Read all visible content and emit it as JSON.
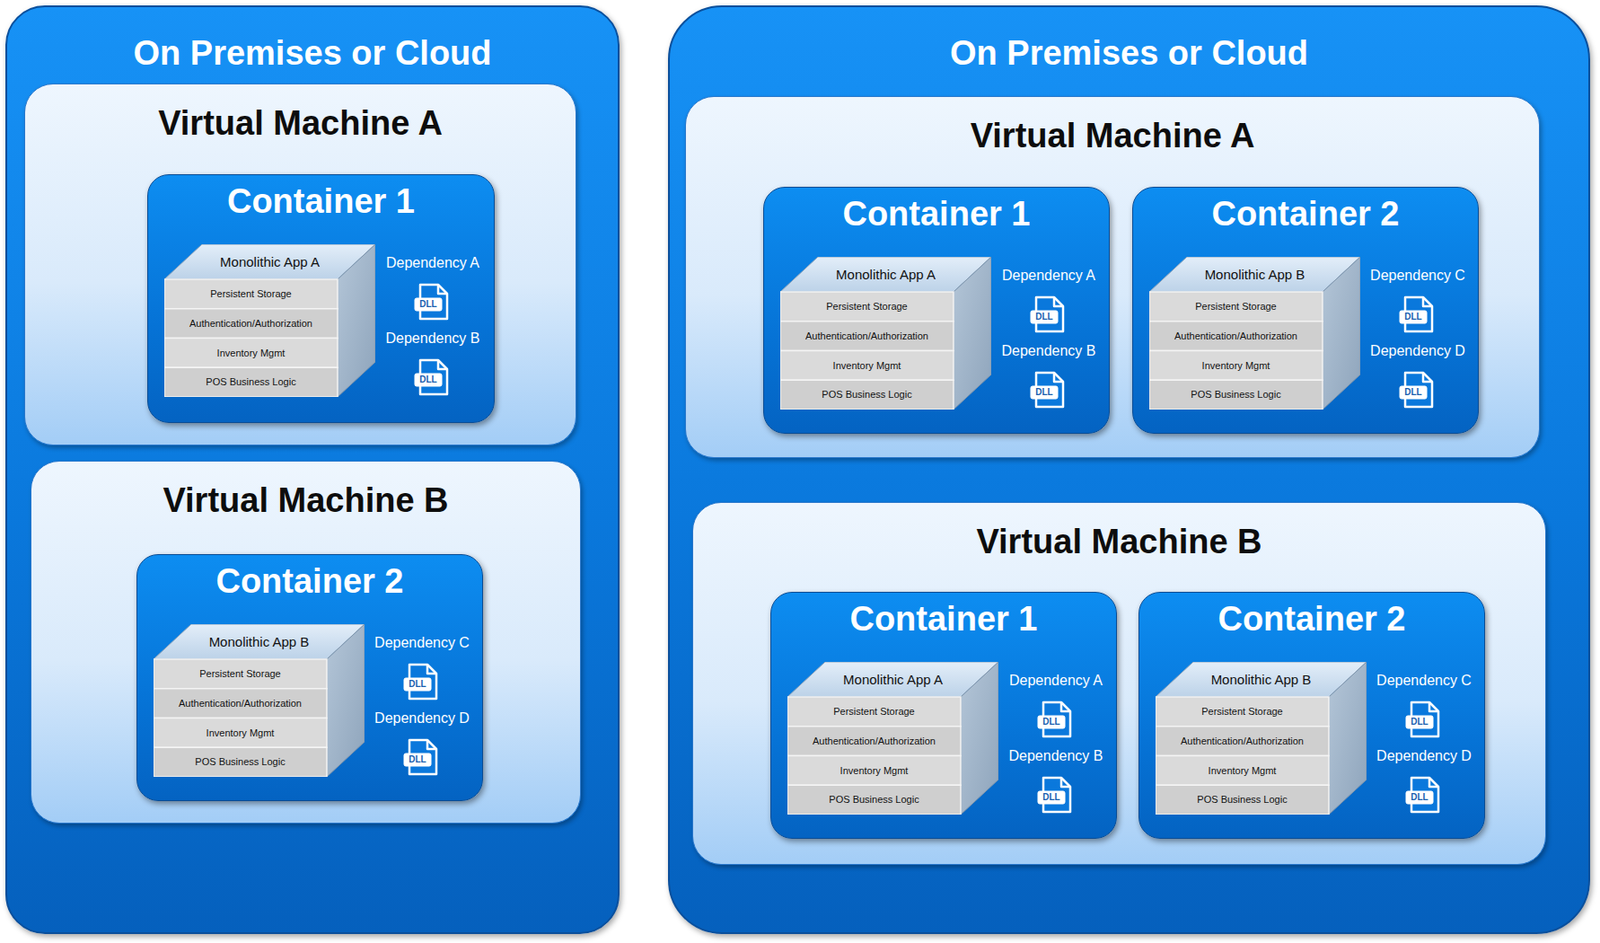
{
  "diagram": {
    "nodes": [
      {
        "text": [
          "On Premises or Cloud"
        ]
      },
      {
        "text": [
          "Virtual Machine A"
        ],
        "in": 0
      },
      {
        "text": [
          "Container 1"
        ],
        "in": 1
      },
      {
        "text": [
          "Monolithic App A",
          "Persistent Storage",
          "Authentication/Authorization",
          "Inventory Mgmt",
          "POS Business Logic"
        ],
        "in": 2
      },
      {
        "text": [
          "Dependency A",
          "DLL"
        ],
        "in": 2
      },
      {
        "text": [
          "Dependency B",
          "DLL"
        ],
        "in": 2
      },
      {
        "text": [
          "Virtual Machine B"
        ],
        "in": 0
      },
      {
        "text": [
          "Container 2"
        ],
        "in": 6
      },
      {
        "text": [
          "Monolithic App B",
          "Persistent Storage",
          "Authentication/Authorization",
          "Inventory Mgmt",
          "POS Business Logic"
        ],
        "in": 7
      },
      {
        "text": [
          "Dependency C",
          "DLL"
        ],
        "in": 7
      },
      {
        "text": [
          "Dependency D",
          "DLL"
        ],
        "in": 7
      },
      {
        "text": [
          "On Premises or Cloud"
        ]
      },
      {
        "text": [
          "Virtual Machine A"
        ],
        "in": 11
      },
      {
        "text": [
          "Container 1"
        ],
        "in": 12
      },
      {
        "text": [
          "Monolithic App A",
          "Persistent Storage",
          "Authentication/Authorization",
          "Inventory Mgmt",
          "POS Business Logic"
        ],
        "in": 13
      },
      {
        "text": [
          "Dependency A",
          "DLL"
        ],
        "in": 13
      },
      {
        "text": [
          "Dependency B",
          "DLL"
        ],
        "in": 13
      },
      {
        "text": [
          "Container 2"
        ],
        "in": 12
      },
      {
        "text": [
          "Monolithic App B",
          "Persistent Storage",
          "Authentication/Authorization",
          "Inventory Mgmt",
          "POS Business Logic"
        ],
        "in": 17
      },
      {
        "text": [
          "Dependency C",
          "DLL"
        ],
        "in": 17
      },
      {
        "text": [
          "Dependency D",
          "DLL"
        ],
        "in": 17
      },
      {
        "text": [
          "Virtual Machine B"
        ],
        "in": 11
      },
      {
        "text": [
          "Container 1"
        ],
        "in": 21
      },
      {
        "text": [
          "Monolithic App A",
          "Persistent Storage",
          "Authentication/Authorization",
          "Inventory Mgmt",
          "POS Business Logic"
        ],
        "in": 22
      },
      {
        "text": [
          "Dependency A",
          "DLL"
        ],
        "in": 22
      },
      {
        "text": [
          "Dependency B",
          "DLL"
        ],
        "in": 22
      },
      {
        "text": [
          "Container 2"
        ],
        "in": 21
      },
      {
        "text": [
          "Monolithic App B",
          "Persistent Storage",
          "Authentication/Authorization",
          "Inventory Mgmt",
          "POS Business Logic"
        ],
        "in": 26
      },
      {
        "text": [
          "Dependency C",
          "DLL"
        ],
        "in": 26
      },
      {
        "text": [
          "Dependency D",
          "DLL"
        ],
        "in": 26
      }
    ]
  }
}
